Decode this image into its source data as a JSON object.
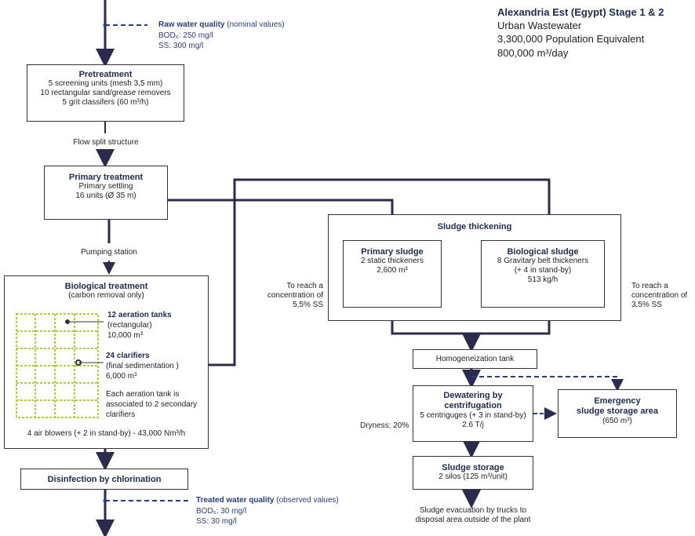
{
  "header": {
    "title": "Alexandria Est (Egypt)  Stage 1 & 2",
    "type": "Urban Wastewater",
    "population": "3,300,000 Population Equivalent",
    "flow": "800,000 m³/day"
  },
  "raw_water": {
    "title": "Raw water quality",
    "note": "(nominal values)",
    "bod": "BOD₅: 250 mg/l",
    "ss": "SS: 300 mg/l"
  },
  "pretreatment": {
    "title": "Pretreatment",
    "line1": "5 screening units (mesh 3,5 mm)",
    "line2": "10 rectangular sand/grease removers",
    "line3": "5 grit classifers (60 m³/h)"
  },
  "flow_split": "Flow split structure",
  "primary": {
    "title": "Primary treatment",
    "line1": "Primary settling",
    "line2": "16 units (Ø 35 m)"
  },
  "pumping": "Pumping station",
  "biological": {
    "title": "Biological treatment",
    "subtitle": "(carbon removal only)",
    "aer_title": "12 aeration tanks",
    "aer_line1": "(rectangular)",
    "aer_line2": "10,000 m³",
    "clar_title": "24 clarifiers",
    "clar_line1": "(final sedimentation )",
    "clar_line2": "6,000 m³",
    "note1": "Each aeration tank is",
    "note2": "associated to 2 secondary",
    "note3": "clarifiers",
    "blowers": "4 air blowers (+ 2 in stand-by) - 43,000 Nm³/h"
  },
  "disinfection": "Disinfection by chlorination",
  "treated_water": {
    "title": "Treated water quality",
    "note": "(observed values)",
    "bod": "BOD₅: 30 mg/l",
    "ss": "SS: 30 mg/l"
  },
  "thickening": {
    "title": "Sludge thickening",
    "primary_title": "Primary sludge",
    "primary_line1": "2 static thickeners",
    "primary_line2": "2,600 m³",
    "bio_title": "Biological sludge",
    "bio_line1": "8 Gravitary belt thickeners",
    "bio_line2": "(+ 4 in stand-by)",
    "bio_line3": "513 kg/h",
    "reach_left1": "To reach a",
    "reach_left2": "concentration of",
    "reach_left3": "5,5% SS",
    "reach_right1": "To reach a",
    "reach_right2": "concentration of",
    "reach_right3": "3,5% SS"
  },
  "homogen": "Homogeneization tank",
  "dewatering": {
    "title1": "Dewatering by",
    "title2": "centrifugation",
    "line1": "5 centriguges  (+ 3 in stand-by)",
    "line2": "2.6 T/j",
    "dryness": "Dryness: 20%"
  },
  "emergency": {
    "title1": "Emergency",
    "title2": "sludge storage area",
    "line1": "(650 m³)"
  },
  "storage": {
    "title": "Sludge storage",
    "line1": "2 silos (125 m³/unit)"
  },
  "evacuation": {
    "line1": "Sludge evacuation by trucks to",
    "line2": "disposal area outside of the plant"
  },
  "colors": {
    "line": "#2b2b4e",
    "dash": "#2a3d80",
    "tank_green": "#b7cc3a",
    "title_blue": "#1e2a4f"
  }
}
